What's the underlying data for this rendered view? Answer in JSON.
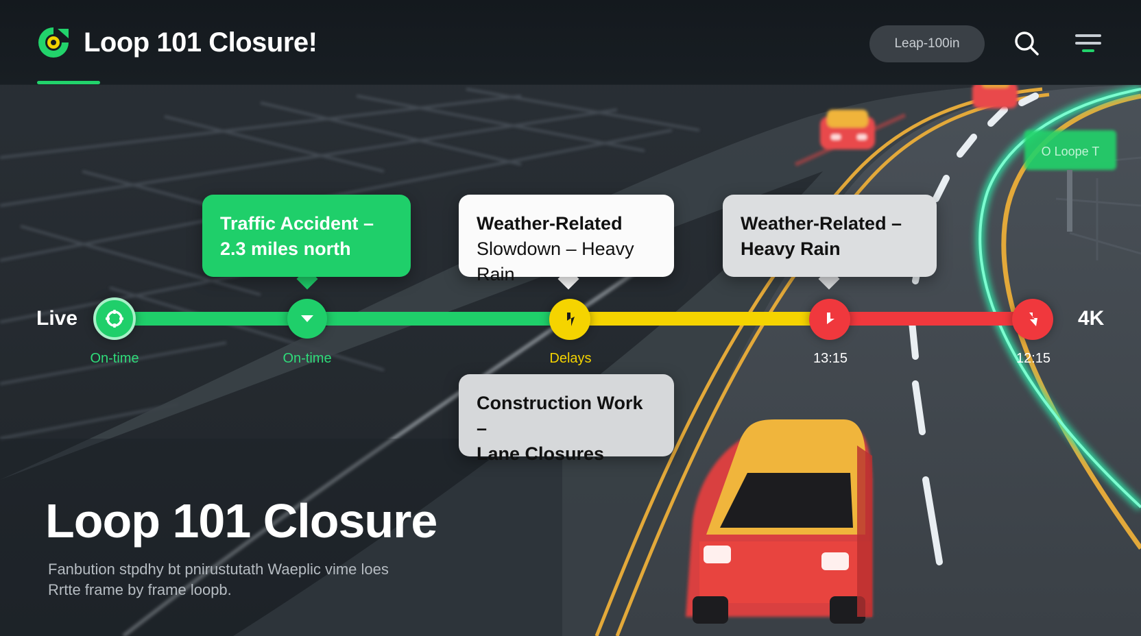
{
  "header": {
    "title": "Loop 101 Closure!",
    "pill_label": "Leap-100in",
    "brand_color": "#22d36b"
  },
  "icons": {
    "logo": "app-logo-icon",
    "search": "search-icon",
    "menu": "menu-icon"
  },
  "callouts": [
    {
      "title": "Traffic Accident –",
      "subtitle": "2.3 miles north",
      "style": "green"
    },
    {
      "title": "Weather-Related",
      "subtitle": "Slowdown – Heavy Rain",
      "style": "white"
    },
    {
      "title": "Weather-Related –",
      "subtitle": "Heavy Rain",
      "style": "gray"
    },
    {
      "title": "Construction Work –",
      "subtitle": "Lane Closures",
      "style": "gray"
    }
  ],
  "timeline": {
    "start_label": "Live",
    "end_label": "4K",
    "nodes": [
      {
        "label": "On-time",
        "status": "on-time",
        "color": "#1fcf6a"
      },
      {
        "label": "On-time",
        "status": "on-time",
        "color": "#1fcf6a"
      },
      {
        "label": "Delays",
        "status": "delays",
        "color": "#f5d400"
      },
      {
        "label": "13:15",
        "status": "closure",
        "color": "#f0383d"
      },
      {
        "label": "12:15",
        "status": "closure",
        "color": "#f0383d"
      }
    ]
  },
  "hero": {
    "title": "Loop 101 Closure",
    "subtitle_line1": "Fanbution stpdhy bt pnirustutath Waeplic vime loes",
    "subtitle_line2": "Rrtte frame by frame loopb."
  },
  "map_sign": {
    "label": "O Loope T"
  }
}
